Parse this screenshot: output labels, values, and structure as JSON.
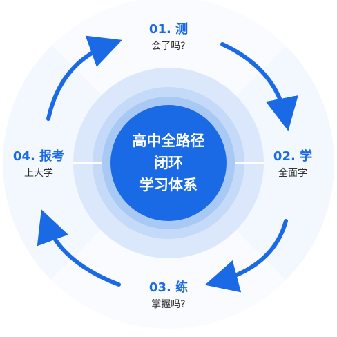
{
  "center": {
    "line1": "高中全路径",
    "line2": "闭环",
    "line3": "学习体系"
  },
  "stages": [
    {
      "number_title": "01. 测",
      "subtitle": "会了吗?"
    },
    {
      "number_title": "02. 学",
      "subtitle": "全面学"
    },
    {
      "number_title": "03. 练",
      "subtitle": "掌握吗?"
    },
    {
      "number_title": "04. 报考",
      "subtitle": "上大学"
    }
  ],
  "colors": {
    "accent": "#1a6ae6",
    "center_fill": "#1a6ae6",
    "ring_light": "#e9f1fd",
    "ring_mid": "#cfe0fa",
    "ring_inner": "#a9c9f5",
    "text_dark": "#333333"
  },
  "icons": {
    "flow_arrows": "curved-arrow-icon"
  }
}
